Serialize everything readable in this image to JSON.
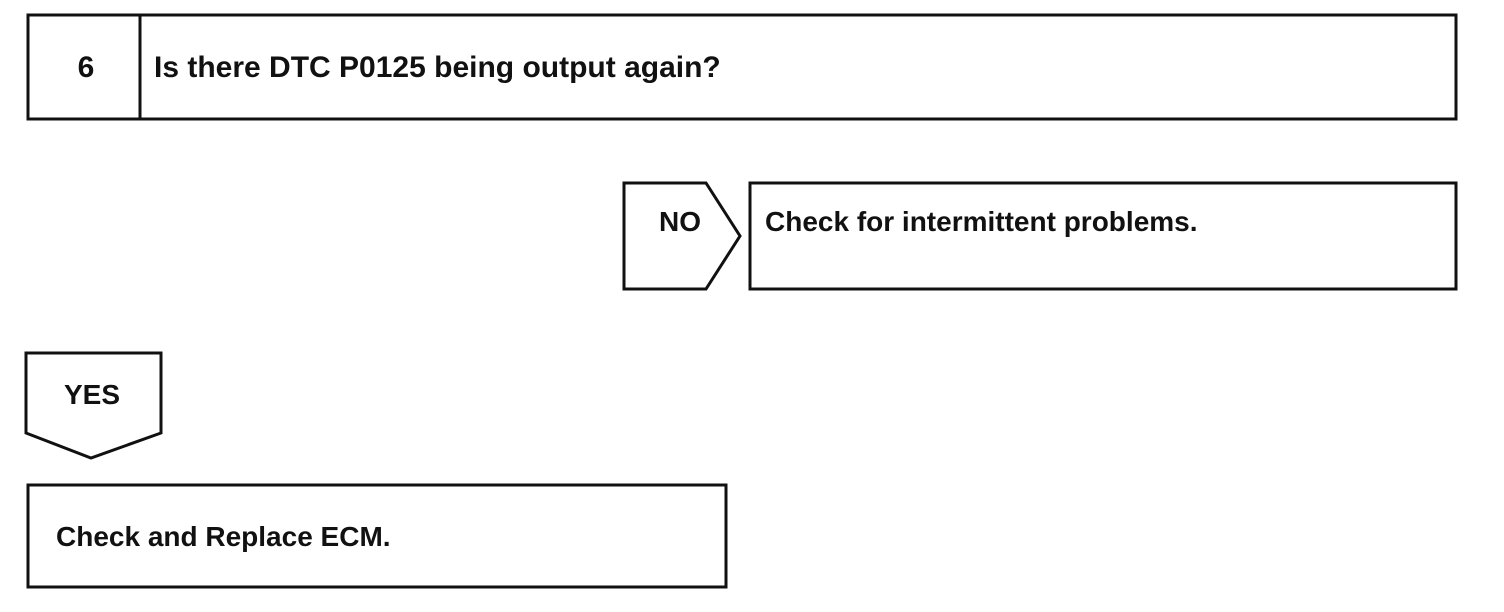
{
  "step": {
    "number": "6",
    "question": "Is there DTC P0125 being output again?"
  },
  "no_branch": {
    "label": "NO",
    "action": "Check for intermittent problems."
  },
  "yes_branch": {
    "label": "YES",
    "action": "Check and Replace ECM."
  }
}
